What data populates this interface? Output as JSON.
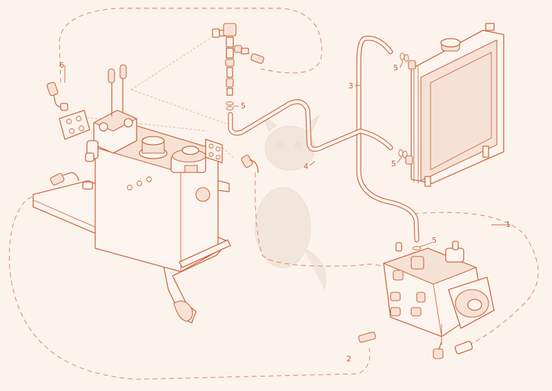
{
  "diagram": {
    "callouts": {
      "c1": "1",
      "c2": "2",
      "c3": "3",
      "c4": "4",
      "c5a": "5",
      "c5b": "5",
      "c5c": "5",
      "c5d": "5",
      "c6": "6"
    },
    "colors": {
      "line": "#c9653f",
      "background": "#fbf3ec",
      "label": "#c45a3c"
    }
  }
}
